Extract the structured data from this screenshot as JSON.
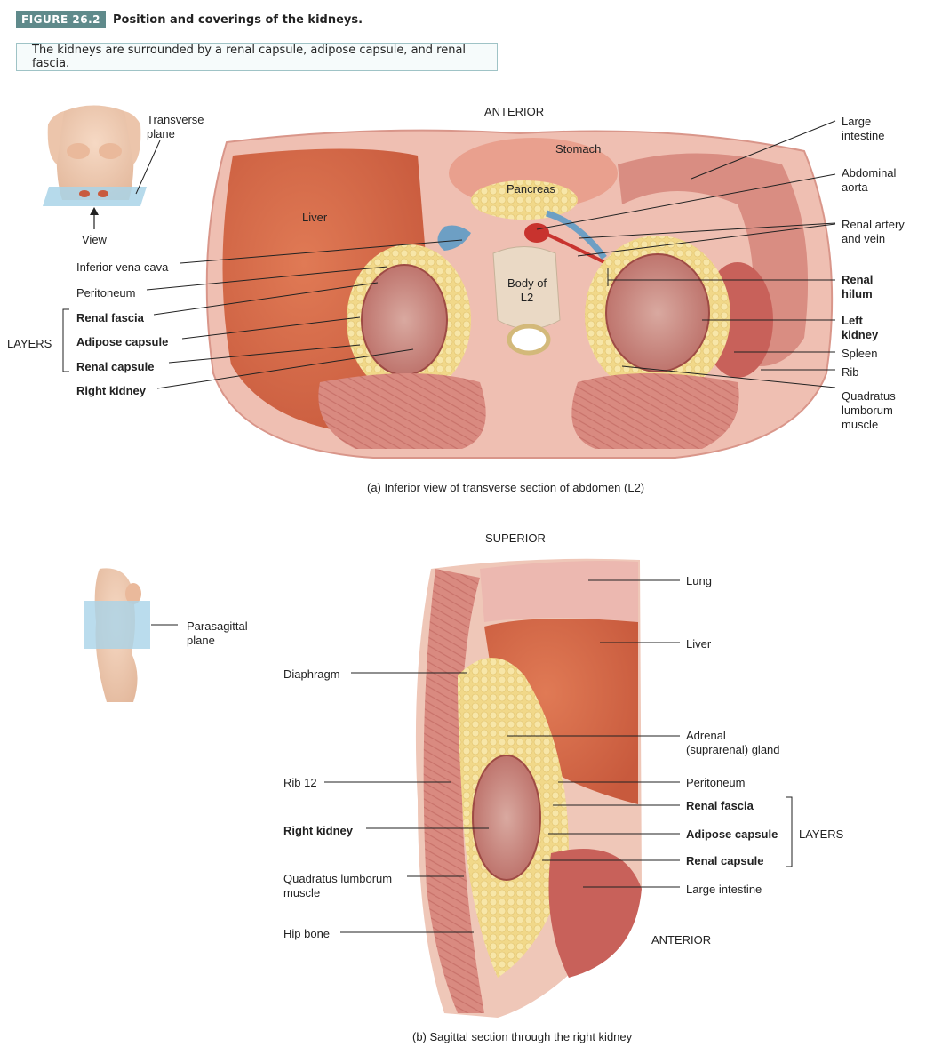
{
  "figure": {
    "number": "FIGURE 26.2",
    "title": "Position and coverings of the kidneys.",
    "summary": "The kidneys are surrounded by a renal capsule, adipose capsule, and renal fascia."
  },
  "panel_a": {
    "orientation_top": "ANTERIOR",
    "inset": {
      "plane": "Transverse\nplane",
      "view": "View"
    },
    "left_labels": {
      "ivc": "Inferior vena cava",
      "peritoneum": "Peritoneum",
      "renal_fascia": "Renal fascia",
      "adipose_capsule": "Adipose capsule",
      "renal_capsule": "Renal capsule",
      "right_kidney": "Right kidney",
      "layers": "LAYERS"
    },
    "inner_labels": {
      "stomach": "Stomach",
      "pancreas": "Pancreas",
      "liver": "Liver",
      "body_l2": "Body of\nL2"
    },
    "right_labels": {
      "large_intestine": "Large\nintestine",
      "abdominal_aorta": "Abdominal\naorta",
      "renal_artery_vein": "Renal artery\nand vein",
      "renal_hilum": "Renal\nhilum",
      "left_kidney": "Left\nkidney",
      "spleen": "Spleen",
      "rib": "Rib",
      "quadratus": "Quadratus\nlumborum\nmuscle"
    },
    "caption": "(a) Inferior view of transverse section of abdomen (L2)"
  },
  "panel_b": {
    "orientation_top": "SUPERIOR",
    "orientation_bottom": "ANTERIOR",
    "inset": {
      "plane": "Parasagittal\nplane"
    },
    "left_labels": {
      "diaphragm": "Diaphragm",
      "rib12": "Rib 12",
      "right_kidney": "Right kidney",
      "quadratus": "Quadratus lumborum\nmuscle",
      "hip_bone": "Hip bone"
    },
    "right_labels": {
      "lung": "Lung",
      "liver": "Liver",
      "adrenal": "Adrenal\n(suprarenal) gland",
      "peritoneum": "Peritoneum",
      "renal_fascia": "Renal fascia",
      "adipose_capsule": "Adipose capsule",
      "renal_capsule": "Renal capsule",
      "large_intestine": "Large intestine",
      "layers": "LAYERS"
    },
    "caption": "(b) Sagittal section through the right kidney"
  }
}
